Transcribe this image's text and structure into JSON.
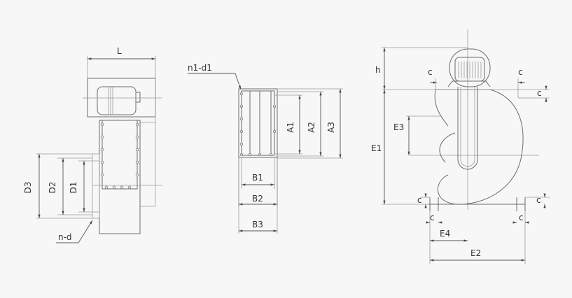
{
  "labels": {
    "L": "L",
    "n_d1": "n1-d1",
    "D3": "D3",
    "D2": "D2",
    "D1": "D1",
    "n_d": "n-d",
    "A1": "A1",
    "A2": "A2",
    "A3": "A3",
    "B1": "B1",
    "B2": "B2",
    "B3": "B3",
    "h": "h",
    "c": "c",
    "E1": "E1",
    "E2": "E2",
    "E3": "E3",
    "E4": "E4"
  }
}
